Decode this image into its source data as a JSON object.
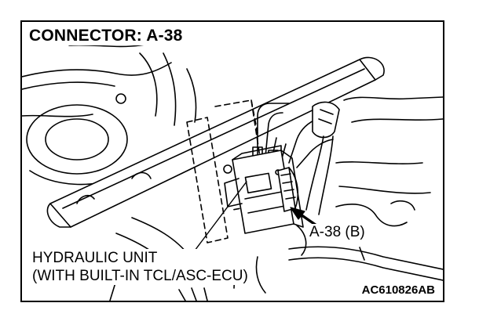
{
  "figure": {
    "title": "CONNECTOR: A-38",
    "callouts": {
      "connector_ref": "A-38 (B)",
      "hydraulic_unit_line1": "HYDRAULIC UNIT",
      "hydraulic_unit_line2": "(WITH BUILT-IN TCL/ASC-ECU)"
    },
    "figure_code": "AC610826AB"
  }
}
